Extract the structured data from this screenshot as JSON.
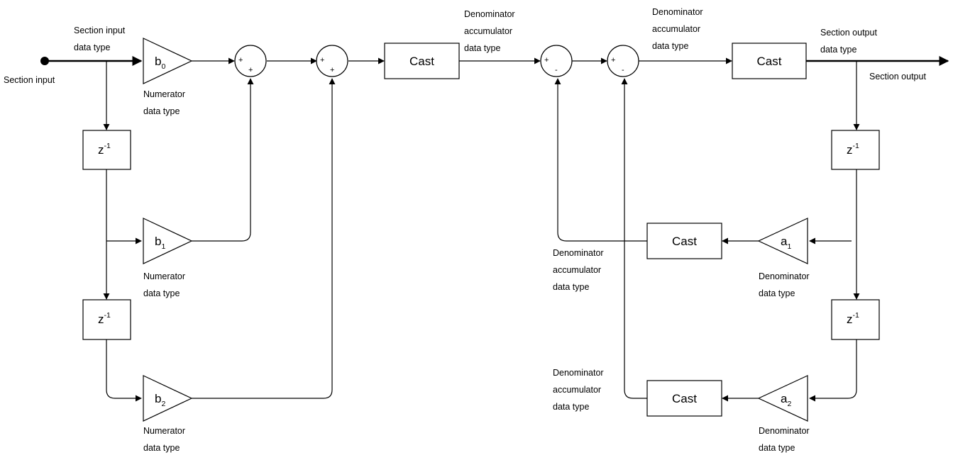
{
  "labels": {
    "section_input": "Section input",
    "section_input_type": [
      "Section input",
      "data type"
    ],
    "section_output": "Section output",
    "section_output_type": [
      "Section output",
      "data type"
    ],
    "numerator_type": [
      "Numerator",
      "data type"
    ],
    "den_acc_type": [
      "Denominator",
      "accumulator",
      "data type"
    ],
    "den_type": [
      "Denominator",
      "data type"
    ]
  },
  "blocks": {
    "cast": "Cast",
    "delay_base": "z",
    "delay_exp": "-1"
  },
  "gains": {
    "b0": {
      "base": "b",
      "sub": "0"
    },
    "b1": {
      "base": "b",
      "sub": "1"
    },
    "b2": {
      "base": "b",
      "sub": "2"
    },
    "a1": {
      "base": "a",
      "sub": "1"
    },
    "a2": {
      "base": "a",
      "sub": "2"
    }
  },
  "signs": {
    "plus": "+",
    "minus": "-"
  }
}
